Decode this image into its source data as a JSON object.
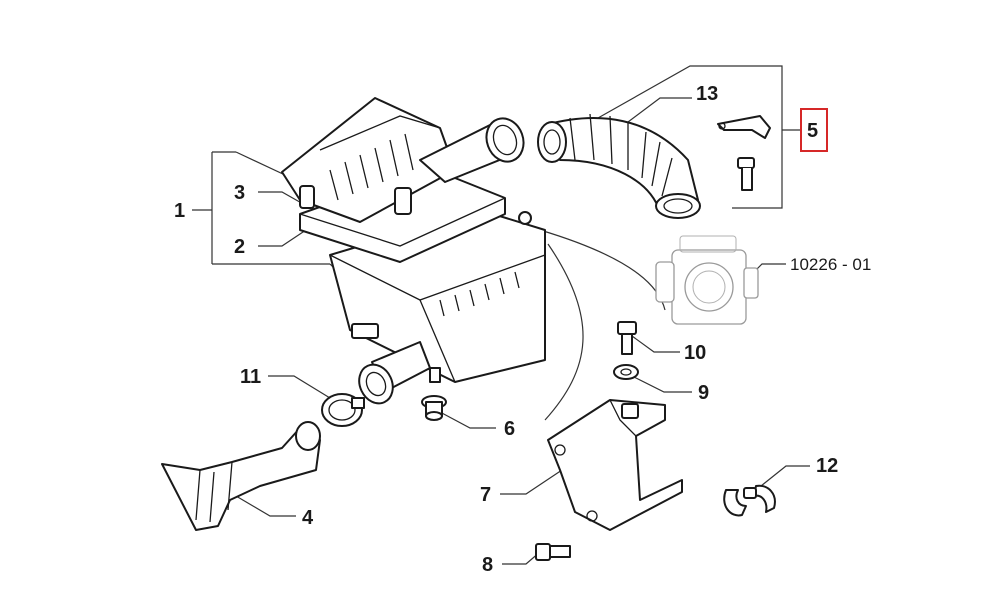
{
  "diagram": {
    "callouts": [
      {
        "id": "c1",
        "text": "1"
      },
      {
        "id": "c2",
        "text": "2"
      },
      {
        "id": "c3",
        "text": "3"
      },
      {
        "id": "c4",
        "text": "4"
      },
      {
        "id": "c5",
        "text": "5"
      },
      {
        "id": "c6",
        "text": "6"
      },
      {
        "id": "c7",
        "text": "7"
      },
      {
        "id": "c8",
        "text": "8"
      },
      {
        "id": "c9",
        "text": "9"
      },
      {
        "id": "c10",
        "text": "10"
      },
      {
        "id": "c11",
        "text": "11"
      },
      {
        "id": "c12",
        "text": "12"
      },
      {
        "id": "c13",
        "text": "13"
      },
      {
        "id": "cref",
        "text": "10226 - 01"
      }
    ],
    "highlight_color": "#d62828"
  }
}
